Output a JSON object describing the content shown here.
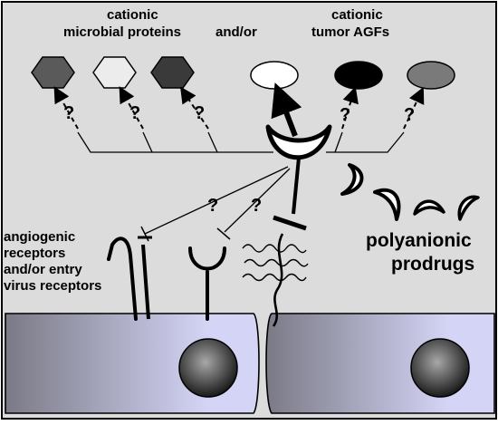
{
  "labels": {
    "microbial_line1": "cationic",
    "microbial_line2": "microbial proteins",
    "andor": "and/or",
    "tumor_line1": "cationic",
    "tumor_line2": "tumor AGFs",
    "receptors_line1": "angiogenic",
    "receptors_line2": "receptors",
    "receptors_line3": "and/or entry",
    "receptors_line4": "virus receptors",
    "prodrugs_line1": "polyanionic",
    "prodrugs_line2": "prodrugs"
  },
  "question_mark": "?",
  "colors": {
    "background": "#dcdcdc",
    "cell_light": "#d4d4f6",
    "cell_dark": "#7a7a86",
    "nucleus": "#2a2a2a",
    "hexagon_1": "#5a5a5a",
    "hexagon_2": "#ececec",
    "hexagon_3": "#3a3a3a",
    "oval_1": "#ffffff",
    "oval_2": "#000000",
    "oval_3": "#7a7a7a"
  }
}
